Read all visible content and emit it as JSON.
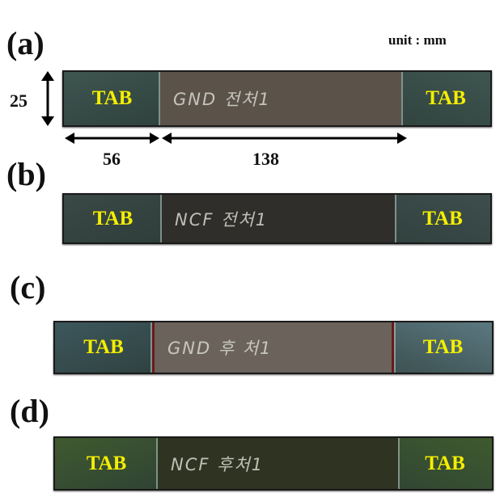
{
  "unit_label": "unit : mm",
  "dimensions": {
    "width": "25",
    "tab_length": "56",
    "gauge_length": "138"
  },
  "panels": [
    {
      "label": "(a)",
      "tab_left": "TAB",
      "tab_right": "TAB",
      "handwriting": "GND 전처1",
      "tab_color": "#3e5550",
      "tab_right_color": "#3e5550",
      "mid_color": "#5b534a"
    },
    {
      "label": "(b)",
      "tab_left": "TAB",
      "tab_right": "TAB",
      "handwriting": "NCF 전처1",
      "tab_color": "#3a4846",
      "tab_right_color": "#3d4e4d",
      "mid_color": "#2f2e2b"
    },
    {
      "label": "(c)",
      "tab_left": "TAB",
      "tab_right": "TAB",
      "handwriting": "GND 후 처1",
      "tab_color": "#3d575c",
      "tab_right_color": "#5b7880",
      "mid_color": "#6b635b"
    },
    {
      "label": "(d)",
      "tab_left": "TAB",
      "tab_right": "TAB",
      "handwriting": "NCF 후처1",
      "tab_color": "#3f5a2f",
      "tab_right_color": "#3e5a2e",
      "mid_color": "#2e3421"
    }
  ]
}
